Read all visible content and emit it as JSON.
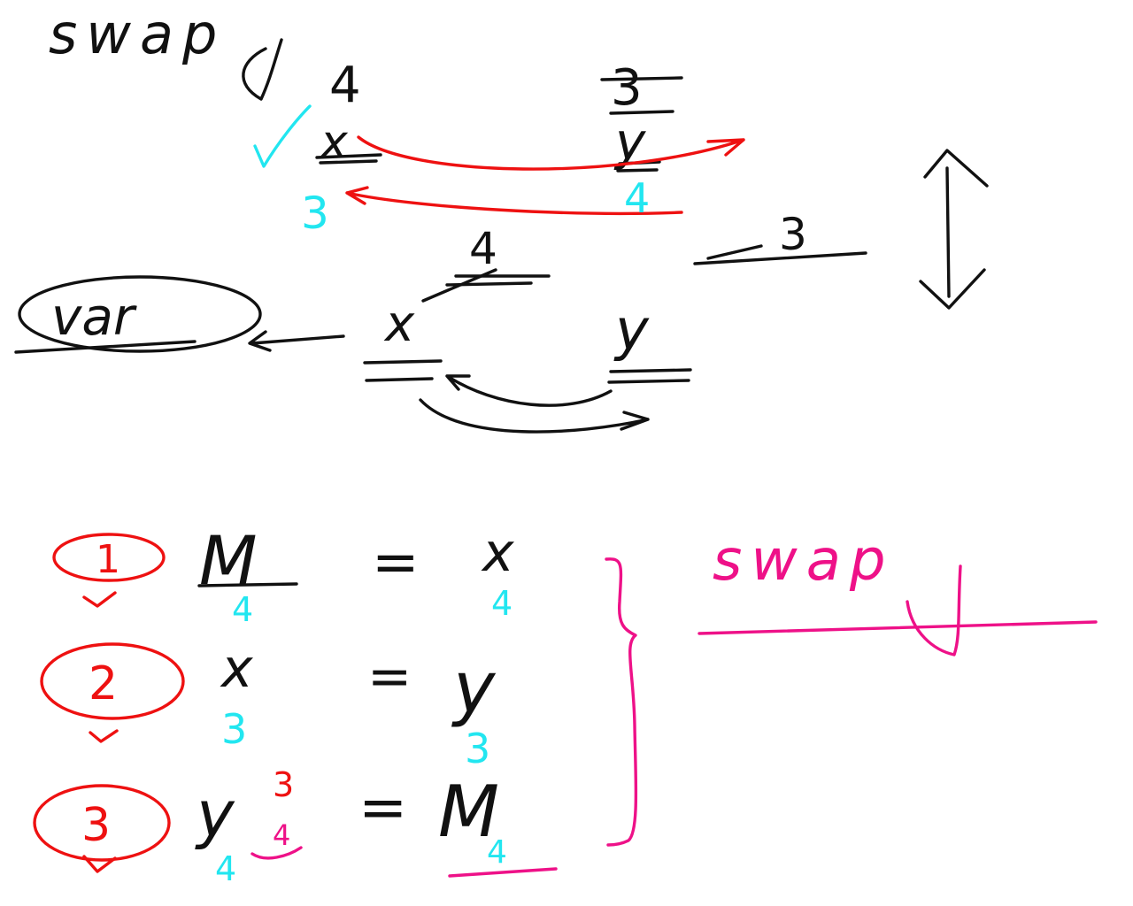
{
  "canvas": {
    "background": "#ffffff"
  },
  "colors": {
    "ink": "#111111",
    "red": "#ee1111",
    "cyan": "#22e6f0",
    "magenta": "#ee1188"
  },
  "heading": "swap",
  "top_diagram": {
    "x_label": "x",
    "y_label": "y",
    "x_value": "4",
    "y_value": "3",
    "x_after": "3",
    "y_after": "4"
  },
  "middle_diagram": {
    "var_label": "var",
    "x_label": "x",
    "y_label": "y",
    "x_value": "4",
    "y_value": "3"
  },
  "steps": [
    {
      "number": "1",
      "left": "M",
      "left_value": "4",
      "equals": "=",
      "right": "x",
      "right_value": "4"
    },
    {
      "number": "2",
      "left": "x",
      "left_value": "3",
      "equals": "=",
      "right": "y",
      "right_value": "3"
    },
    {
      "number": "3",
      "left": "y",
      "left_value": "4",
      "left_old_value": "3",
      "equals": "=",
      "right": "M",
      "right_value": "4"
    }
  ],
  "summary_label": "swap"
}
